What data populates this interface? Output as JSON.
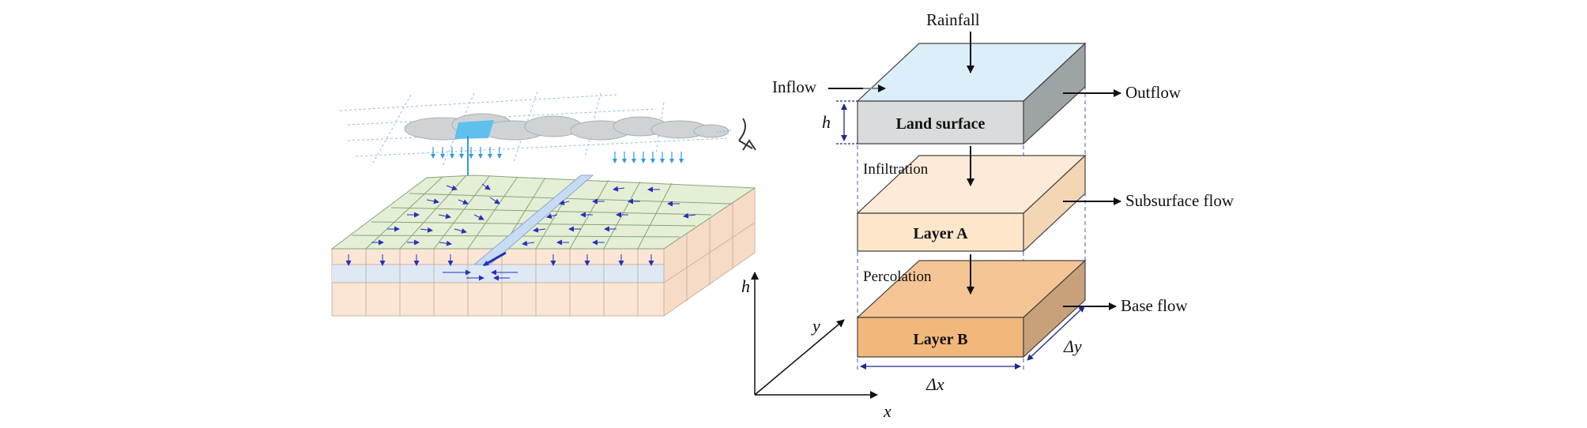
{
  "labels": {
    "rainfall": "Rainfall",
    "inflow": "Inflow",
    "outflow": "Outflow",
    "infiltration": "Infiltration",
    "subsurface_flow": "Subsurface flow",
    "percolation": "Percolation",
    "base_flow": "Base flow",
    "land_surface": "Land surface",
    "layer_a": "Layer A",
    "layer_b": "Layer B",
    "h_small": "h",
    "axis_h": "h",
    "axis_x": "x",
    "axis_y": "y",
    "delta_x": "Δx",
    "delta_y": "Δy"
  },
  "colors": {
    "land_top": "#dbeef9",
    "land_front": "#d9dbdc",
    "land_side": "#9ea3a6",
    "layer_a_top": "#fdebd8",
    "layer_a_front": "#fde6ca",
    "layer_a_side": "#f3d6b4",
    "layer_b_top": "#f5c595",
    "layer_b_front": "#f2b77b",
    "layer_b_side": "#c8a17a",
    "grid_top": "#e4efd6",
    "grid_blue": "#dfe9f5",
    "grid_tan": "#fbe6d6",
    "flow_arrow": "#2233bb",
    "rain_arrow": "#3399dd",
    "dimension": "#1f2a8a"
  },
  "icons": {
    "satellite": "satellite-dish-icon",
    "cloud": "cloud-icon"
  }
}
